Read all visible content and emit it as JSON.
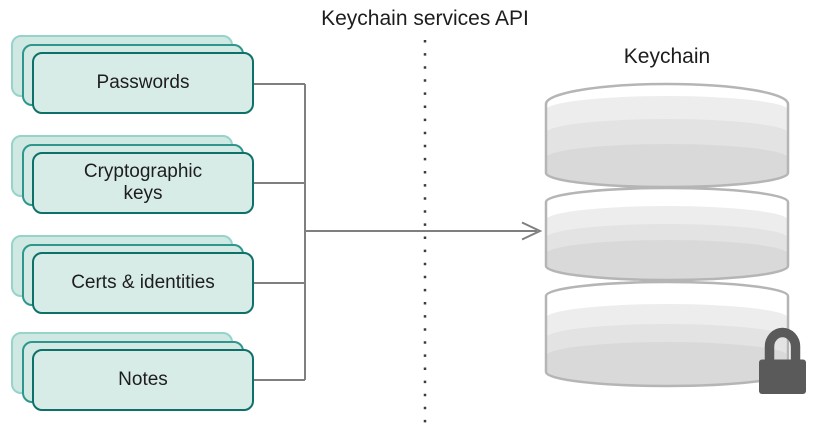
{
  "header": {
    "api_label": "Keychain services API"
  },
  "keychain": {
    "label": "Keychain",
    "database_icon": "stacked-cylinder-database",
    "lock_icon": "padlock"
  },
  "cards": [
    {
      "label": "Passwords"
    },
    {
      "label": "Cryptographic\nkeys"
    },
    {
      "label": "Certs & identities"
    },
    {
      "label": "Notes"
    }
  ],
  "colors": {
    "card_fill": "#d8ece7",
    "card_border": "#0e7169",
    "card_mid_fill": "#d3e9e4",
    "card_mid_border": "#2f968e",
    "card_back_fill": "#cfe8e2",
    "card_back_border": "#96d3cb",
    "line_gray": "#7f7f7f",
    "dot_color": "#3d3d3d",
    "lock_gray": "#5a5a5a",
    "cyl_stroke": "#b5b5b5",
    "band1": "#ededed",
    "band2": "#e3e3e3",
    "band3": "#d9d9d9",
    "text_color": "#1d1d1f"
  }
}
